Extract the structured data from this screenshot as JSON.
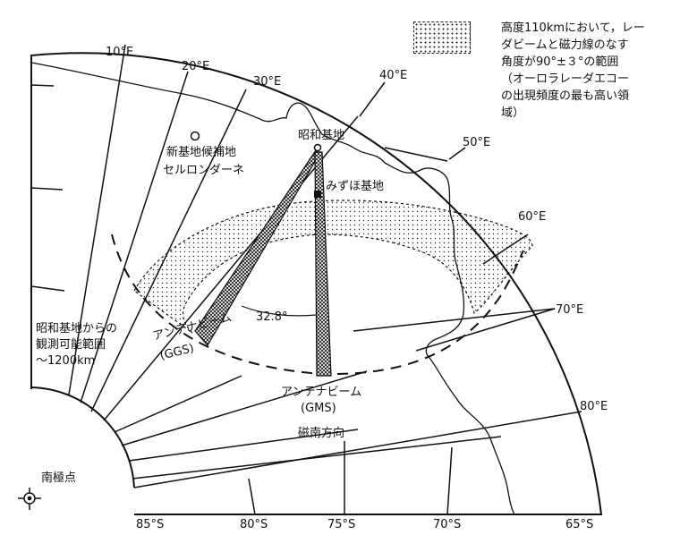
{
  "meridians": {
    "lon_10e": "10°E",
    "lon_20e": "20°E",
    "lon_30e": "30°E",
    "lon_40e": "40°E",
    "lon_50e": "50°E",
    "lon_60e": "60°E",
    "lon_70e": "70°E",
    "lon_80e": "80°E"
  },
  "parallels": {
    "lat_85s": "85°S",
    "lat_80s": "80°S",
    "lat_75s": "75°S",
    "lat_70s": "70°S",
    "lat_65s": "65°S"
  },
  "places": {
    "showa_station": "昭和基地",
    "mizuho_station": "みずほ基地",
    "candidate_line1": "新基地候補地",
    "candidate_line2": "セルロンダーネ",
    "south_pole": "南極点",
    "magnetic_south": "磁南方向"
  },
  "beams": {
    "angle": "32.8°",
    "ggs_label": "アンテナビーム",
    "ggs_code": "(GGS)",
    "gms_label": "アンテナビーム",
    "gms_code": "(GMS)"
  },
  "range": {
    "line1": "昭和基地からの",
    "line2": "観測可能範囲",
    "line3": "～1200km"
  },
  "legend": {
    "line1": "高度110kmにおいて，レー",
    "line2": "ダビームと磁力線のなす",
    "line3": "角度が90°±３°の範囲",
    "line4": "（オーロラレーダエコー",
    "line5": "の出現頻度の最も高い領",
    "line6": "域）"
  },
  "colors": {
    "ink": "#111111",
    "paper": "#ffffff"
  }
}
